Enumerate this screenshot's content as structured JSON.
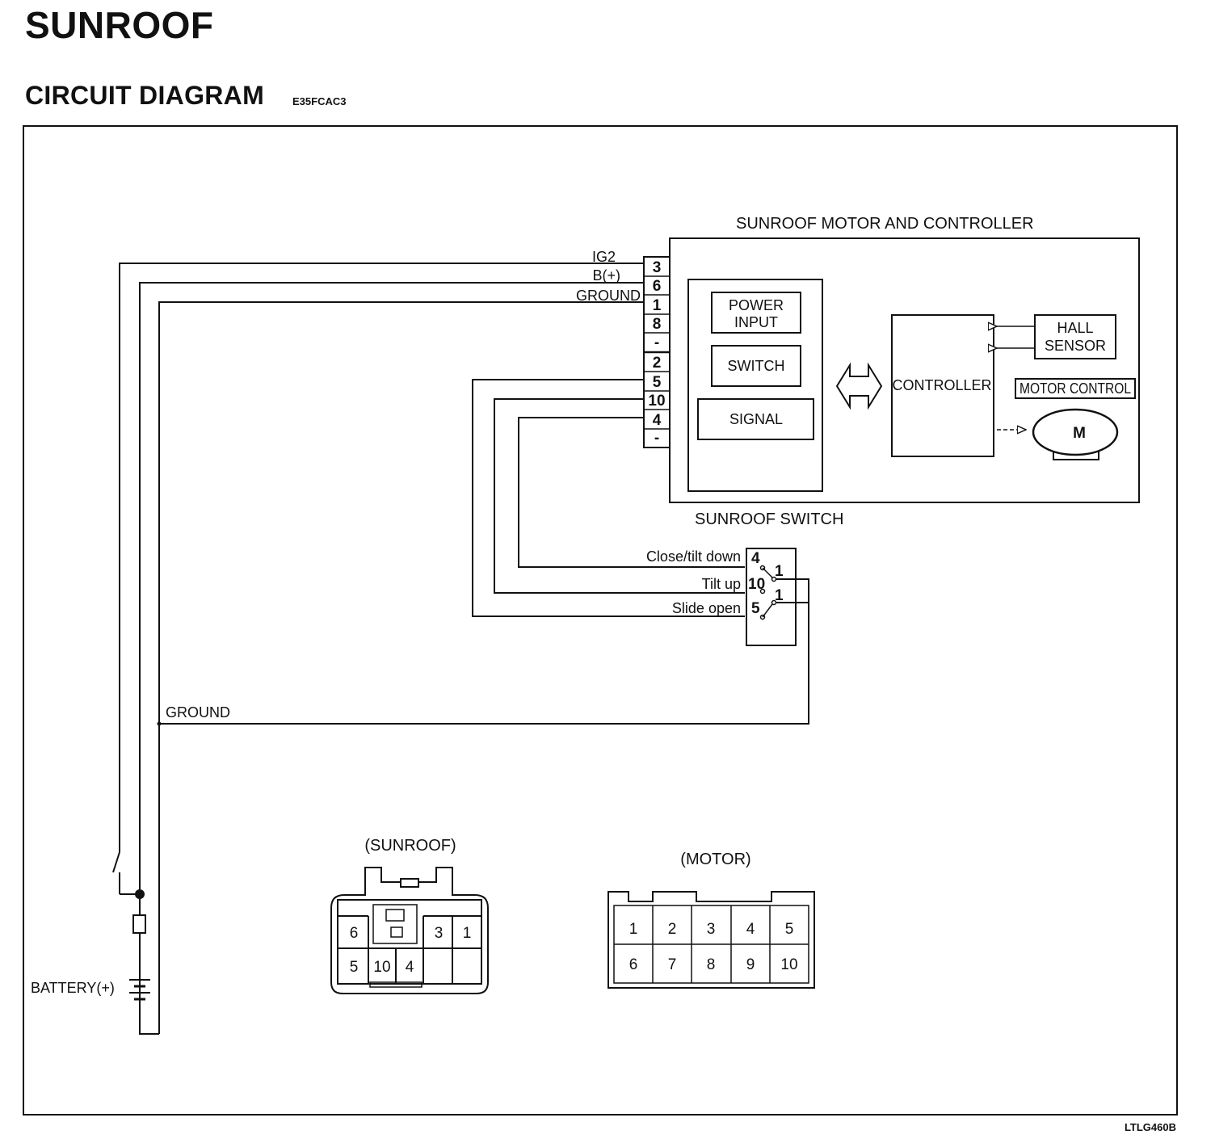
{
  "page": {
    "title": "SUNROOF",
    "subtitle": "CIRCUIT DIAGRAM",
    "code": "E35FCAC3",
    "figure_code": "LTLG460B"
  },
  "motor_controller": {
    "title": "SUNROOF MOTOR AND CONTROLLER",
    "wire_labels": [
      "IG2",
      "B(+)",
      "GROUND"
    ],
    "pins": [
      "3",
      "6",
      "1",
      "8",
      "-",
      "2",
      "5",
      "10",
      "4",
      "-"
    ],
    "power_input": [
      "POWER",
      "INPUT"
    ],
    "switch": "SWITCH",
    "signal": "SIGNAL",
    "controller": "CONTROLLER",
    "hall_sensor": [
      "HALL",
      "SENSOR"
    ],
    "motor_control": "MOTOR CONTROL",
    "motor": "M"
  },
  "sunroof_switch": {
    "title": "SUNROOF SWITCH",
    "labels": [
      "Close/tilt down",
      "Tilt up",
      "Slide open"
    ],
    "pins_left": [
      "4",
      "10",
      "5"
    ],
    "pins_right": [
      "1",
      "1"
    ]
  },
  "ground_label": "GROUND",
  "battery_label": "BATTERY(+)",
  "connector_sunroof": {
    "title": "(SUNROOF)",
    "cells": [
      "6",
      "3",
      "1",
      "5",
      "10",
      "4"
    ]
  },
  "connector_motor": {
    "title": "(MOTOR)",
    "cells": [
      "1",
      "2",
      "3",
      "4",
      "5",
      "6",
      "7",
      "8",
      "9",
      "10"
    ]
  }
}
